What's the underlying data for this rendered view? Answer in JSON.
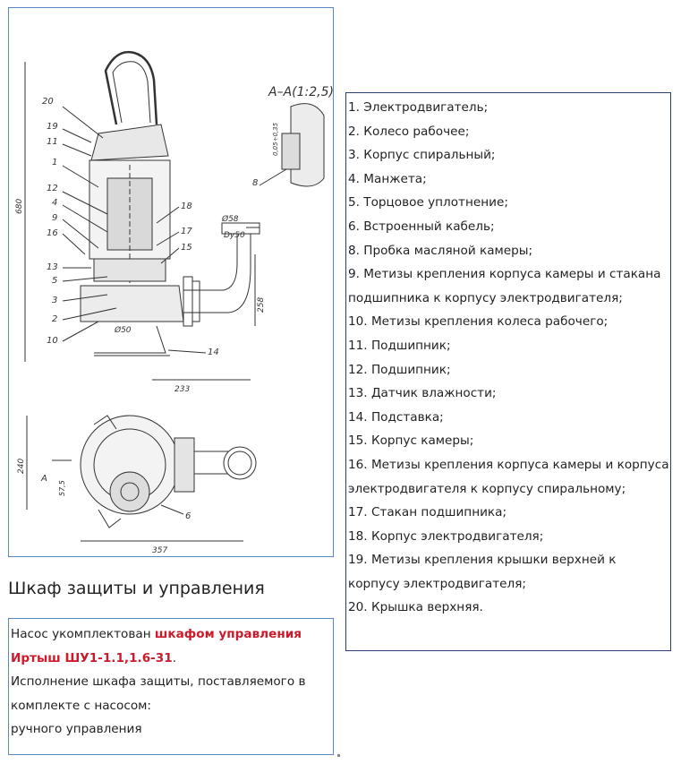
{
  "drawing": {
    "section_label": "A–A(1:2,5)",
    "leader_numbers": [
      "20",
      "19",
      "11",
      "1",
      "12",
      "4",
      "9",
      "16",
      "13",
      "5",
      "3",
      "2",
      "10",
      "18",
      "17",
      "15",
      "14",
      "8",
      "6"
    ],
    "dimensions": {
      "height_total": "680",
      "pipe_outer": "Ø58",
      "pipe_dy": "Dy50",
      "outlet_height": "258",
      "base_dia": "Ø50",
      "width_side": "233",
      "plan_width": "357",
      "plan_height": "240",
      "plan_offset": "57,5",
      "gap": "0,05÷0,35",
      "section_marker": "A"
    }
  },
  "parts": [
    "1. Электродвигатель;",
    "2. Колесо рабочее;",
    "3. Корпус спиральный;",
    "4. Манжета;",
    "5. Торцовое уплотнение;",
    "6. Встроенный кабель;",
    "8. Пробка масляной камеры;",
    "9. Метизы крепления корпуса камеры и стакана подшипника к корпусу электродвигателя;",
    "10. Метизы крепления колеса рабочего;",
    "11. Подшипник;",
    "12. Подшипник;",
    "13. Датчик влажности;",
    "14. Подставка;",
    "15. Корпус камеры;",
    "16. Метизы крепления корпуса камеры и корпуса электродвигателя к корпусу спиральному;",
    "17. Стакан подшипника;",
    "18. Корпус электродвигателя;",
    "19. Метизы крепления крышки верхней к корпусу электродвигателя;",
    "20. Крышка верхняя."
  ],
  "section": {
    "title": "Шкаф защиты и управления"
  },
  "info": {
    "intro": "Насос укомплектован ",
    "cabinet_name": "шкафом управления Иртыш ШУ1-1.1,1.6-31",
    "period": ".",
    "line2": "Исполнение шкафа защиты, поставляемого в комплекте с насосом:",
    "line3": "ручного управления"
  }
}
